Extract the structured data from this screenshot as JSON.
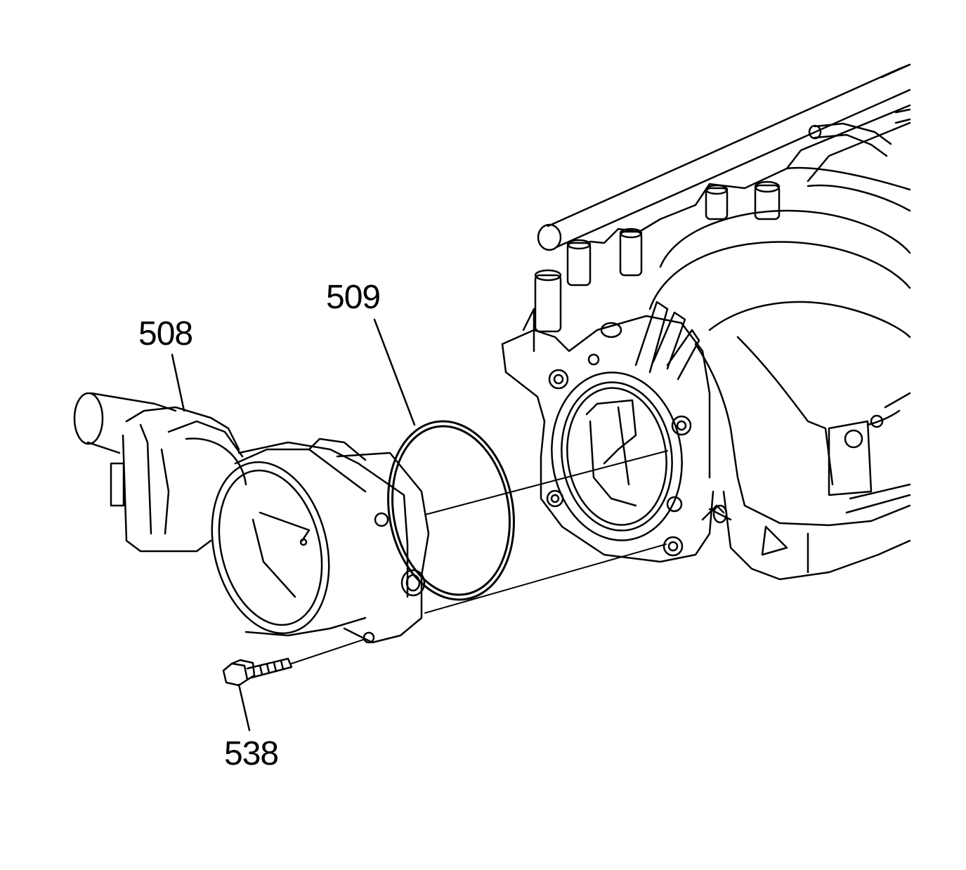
{
  "diagram": {
    "callouts": {
      "throttle_body": "508",
      "gasket": "509",
      "bolt": "538"
    },
    "colors": {
      "line": "#000000",
      "background": "#ffffff"
    }
  }
}
